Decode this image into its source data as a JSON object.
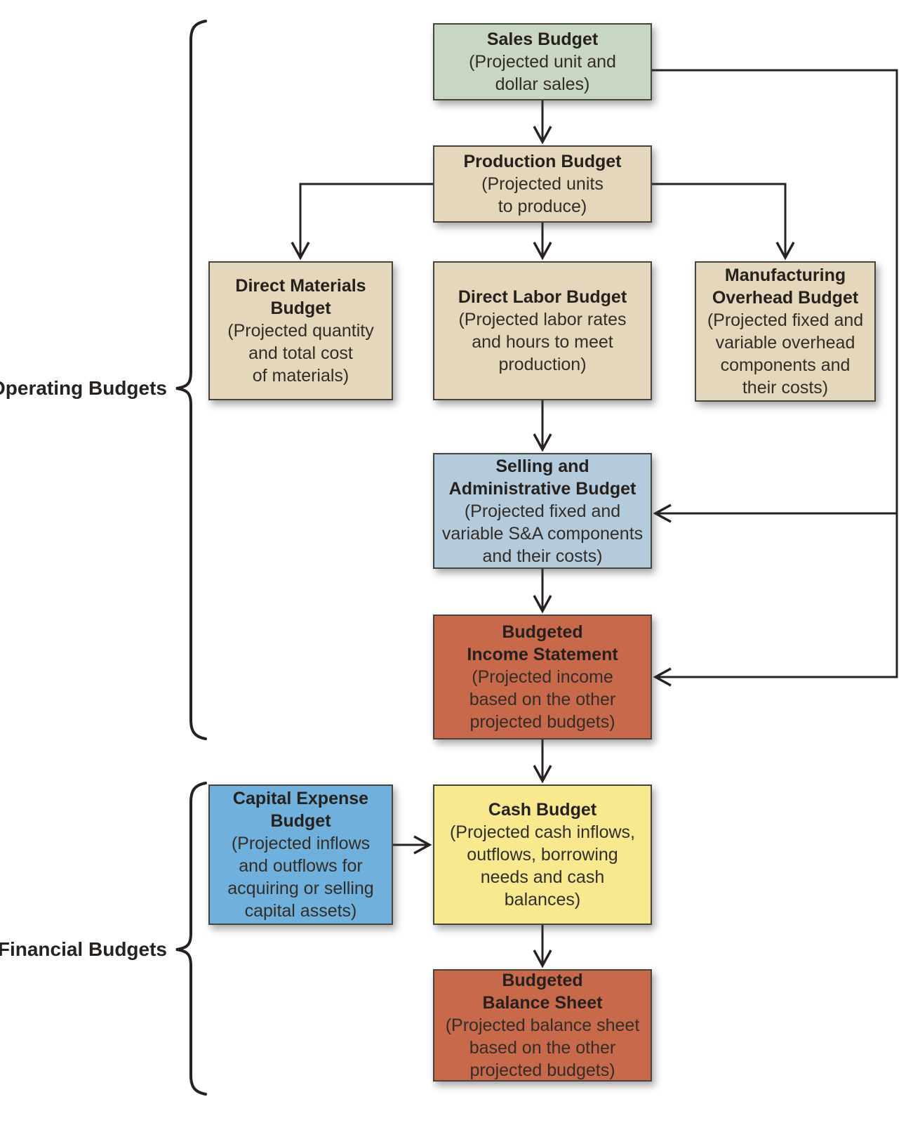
{
  "diagram": {
    "groups": {
      "operating": {
        "label": "Operating Budgets"
      },
      "financial": {
        "label": "Financial Budgets"
      }
    },
    "boxes": {
      "sales": {
        "title": "Sales Budget",
        "desc": "(Projected unit and\ndollar sales)",
        "fill": "#c9d6c2"
      },
      "production": {
        "title": "Production Budget",
        "desc": "(Projected units\nto produce)",
        "fill": "#e5d7bc"
      },
      "direct_materials": {
        "title": "Direct Materials\nBudget",
        "desc": "(Projected quantity\nand total cost\nof materials)",
        "fill": "#e5d7bc"
      },
      "direct_labor": {
        "title": "Direct Labor Budget",
        "desc": "(Projected labor rates\nand hours to meet\nproduction)",
        "fill": "#e5d7bc"
      },
      "manufacturing_overhead": {
        "title": "Manufacturing\nOverhead Budget",
        "desc": "(Projected fixed and\nvariable overhead\ncomponents and\ntheir costs)",
        "fill": "#e5d7bc"
      },
      "selling_admin": {
        "title": "Selling and\nAdministrative Budget",
        "desc": "(Projected fixed and\nvariable S&A components\nand their costs)",
        "fill": "#b4cadd"
      },
      "income_statement": {
        "title": "Budgeted\nIncome Statement",
        "desc": "(Projected income\nbased on the other\nprojected budgets)",
        "fill": "#c9694c"
      },
      "capital_expense": {
        "title": "Capital Expense\nBudget",
        "desc": "(Projected inflows\nand outflows for\nacquiring or selling\ncapital assets)",
        "fill": "#6fb0dc"
      },
      "cash": {
        "title": "Cash Budget",
        "desc": "(Projected cash inflows,\noutflows, borrowing\nneeds and cash\nbalances)",
        "fill": "#f9e98e"
      },
      "balance_sheet": {
        "title": "Budgeted\nBalance Sheet",
        "desc": "(Projected balance sheet\nbased on the other\nprojected budgets)",
        "fill": "#c9694c"
      }
    },
    "colors": {
      "line": "#272220",
      "green": "#c9d6c2",
      "tan": "#e5d7bc",
      "light_blue": "#b4cadd",
      "blue": "#6fb0dc",
      "yellow": "#f9e98e",
      "orange": "#c9694c"
    }
  }
}
